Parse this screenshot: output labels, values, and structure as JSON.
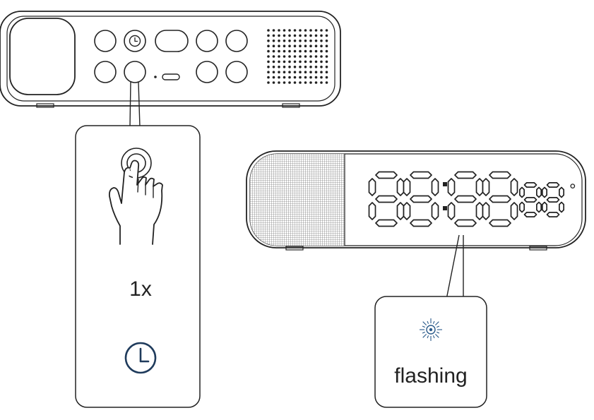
{
  "top_device": {
    "buttons": [
      "round-button",
      "clock-button",
      "pill-button",
      "round-button",
      "round-button",
      "round-button",
      "round-button",
      "usb-port",
      "round-button",
      "round-button"
    ],
    "clock_button_icon": "clock-icon"
  },
  "press_callout": {
    "icon": "finger-press-icon",
    "count_label": "1x",
    "mode_icon": "clock-icon",
    "mode_icon_color": "#1f3b5c"
  },
  "display_device": {
    "digits": "88:88",
    "small_digits": "88",
    "degree_symbol": "°"
  },
  "status_callout": {
    "icon": "flashing-light-icon",
    "icon_color": "#2a5a8a",
    "status_label": "flashing"
  }
}
